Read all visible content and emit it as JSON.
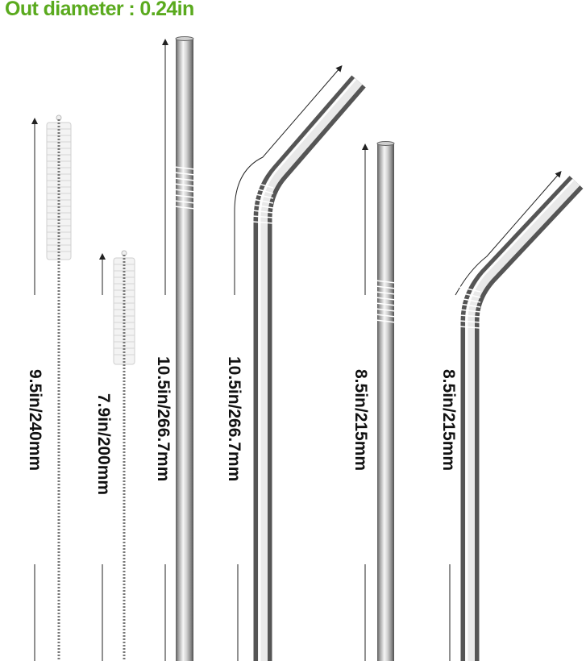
{
  "header": {
    "title": "Out diameter : 0.24in",
    "title_color": "#5aaa1e"
  },
  "items": [
    {
      "kind": "cleaning-brush",
      "size_label": "9.5in/240mm"
    },
    {
      "kind": "cleaning-brush",
      "size_label": "7.9in/200mm"
    },
    {
      "kind": "straight-straw",
      "size_label": "10.5in/266.7mm"
    },
    {
      "kind": "bent-straw",
      "size_label": "10.5in/266.7mm"
    },
    {
      "kind": "straight-straw",
      "size_label": "8.5in/215mm"
    },
    {
      "kind": "bent-straw",
      "size_label": "8.5in/215mm"
    }
  ],
  "colors": {
    "steel_dark": "#6e6e6e",
    "steel_light": "#f4f4f4",
    "bristle": "#f2f2f2",
    "dimension_line": "#222222"
  }
}
